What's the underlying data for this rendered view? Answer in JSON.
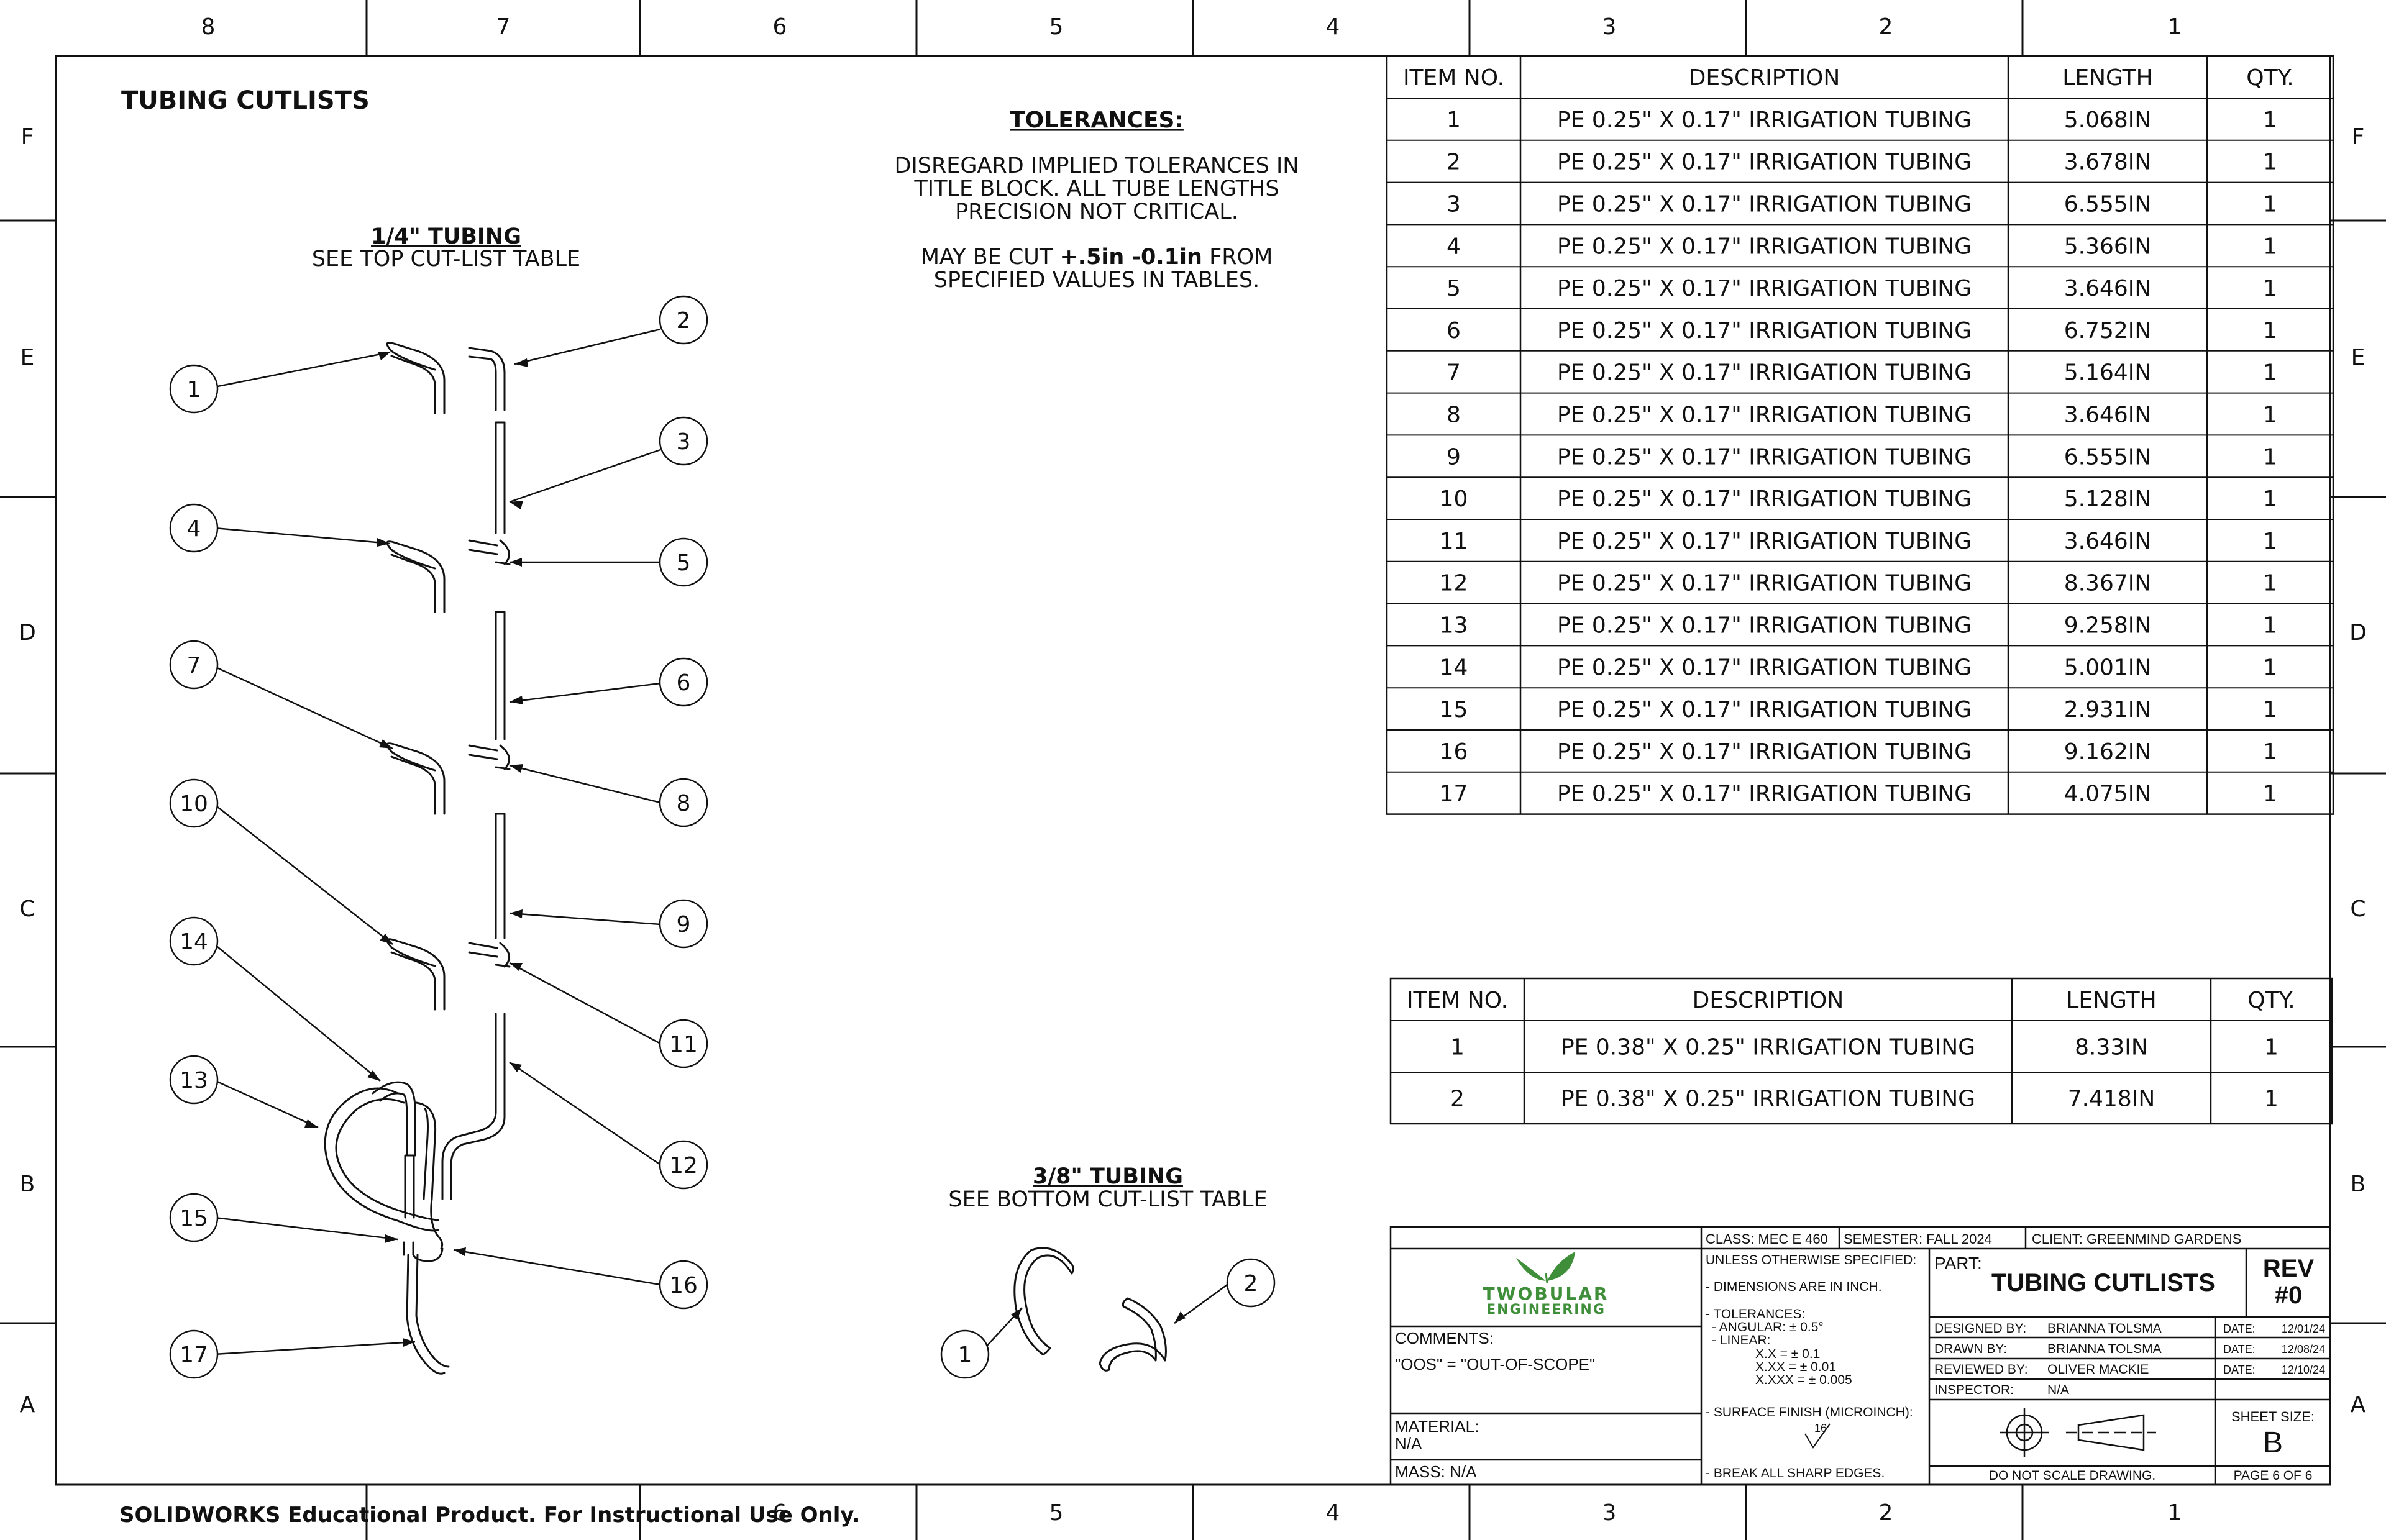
{
  "sheet": {
    "zone_numbers": [
      "8",
      "7",
      "6",
      "5",
      "4",
      "3",
      "2",
      "1"
    ],
    "zone_letters": [
      "F",
      "E",
      "D",
      "C",
      "B",
      "A"
    ],
    "title": "TUBING CUTLISTS",
    "footer_watermark": "SOLIDWORKS Educational Product. For Instructional Use Only."
  },
  "tolerances_note": {
    "heading": "TOLERANCES:",
    "lines": [
      "DISREGARD IMPLIED TOLERANCES IN",
      "TITLE BLOCK. ALL TUBE LENGTHS",
      "PRECISION NOT CRITICAL."
    ],
    "cut_prefix": "MAY BE CUT ",
    "cut_bold": "+.5in -0.1in",
    "cut_suffix": " FROM",
    "cut_line2": "SPECIFIED VALUES IN TABLES."
  },
  "quarter_tubing": {
    "heading": "1/4\" TUBING",
    "subheading": "SEE TOP CUT-LIST TABLE",
    "balloons": [
      "1",
      "2",
      "3",
      "4",
      "5",
      "6",
      "7",
      "8",
      "9",
      "10",
      "11",
      "12",
      "13",
      "14",
      "15",
      "16",
      "17"
    ]
  },
  "three_eighths_tubing": {
    "heading": "3/8\" TUBING",
    "subheading": "SEE BOTTOM CUT-LIST TABLE",
    "balloons": [
      "1",
      "2"
    ]
  },
  "top_table": {
    "headers": [
      "ITEM NO.",
      "DESCRIPTION",
      "LENGTH",
      "QTY."
    ],
    "rows": [
      [
        "1",
        "PE 0.25\" X 0.17\" IRRIGATION TUBING",
        "5.068IN",
        "1"
      ],
      [
        "2",
        "PE 0.25\" X 0.17\" IRRIGATION TUBING",
        "3.678IN",
        "1"
      ],
      [
        "3",
        "PE 0.25\" X 0.17\" IRRIGATION TUBING",
        "6.555IN",
        "1"
      ],
      [
        "4",
        "PE 0.25\" X 0.17\" IRRIGATION TUBING",
        "5.366IN",
        "1"
      ],
      [
        "5",
        "PE 0.25\" X 0.17\" IRRIGATION TUBING",
        "3.646IN",
        "1"
      ],
      [
        "6",
        "PE 0.25\" X 0.17\" IRRIGATION TUBING",
        "6.752IN",
        "1"
      ],
      [
        "7",
        "PE 0.25\" X 0.17\" IRRIGATION TUBING",
        "5.164IN",
        "1"
      ],
      [
        "8",
        "PE 0.25\" X 0.17\" IRRIGATION TUBING",
        "3.646IN",
        "1"
      ],
      [
        "9",
        "PE 0.25\" X 0.17\" IRRIGATION TUBING",
        "6.555IN",
        "1"
      ],
      [
        "10",
        "PE 0.25\" X 0.17\" IRRIGATION TUBING",
        "5.128IN",
        "1"
      ],
      [
        "11",
        "PE 0.25\" X 0.17\" IRRIGATION TUBING",
        "3.646IN",
        "1"
      ],
      [
        "12",
        "PE 0.25\" X 0.17\" IRRIGATION TUBING",
        "8.367IN",
        "1"
      ],
      [
        "13",
        "PE 0.25\" X 0.17\" IRRIGATION TUBING",
        "9.258IN",
        "1"
      ],
      [
        "14",
        "PE 0.25\" X 0.17\" IRRIGATION TUBING",
        "5.001IN",
        "1"
      ],
      [
        "15",
        "PE 0.25\" X 0.17\" IRRIGATION TUBING",
        "2.931IN",
        "1"
      ],
      [
        "16",
        "PE 0.25\" X 0.17\" IRRIGATION TUBING",
        "9.162IN",
        "1"
      ],
      [
        "17",
        "PE 0.25\" X 0.17\" IRRIGATION TUBING",
        "4.075IN",
        "1"
      ]
    ]
  },
  "bottom_table": {
    "headers": [
      "ITEM NO.",
      "DESCRIPTION",
      "LENGTH",
      "QTY."
    ],
    "rows": [
      [
        "1",
        "PE 0.38\" X 0.25\" IRRIGATION TUBING",
        "8.33IN",
        "1"
      ],
      [
        "2",
        "PE 0.38\" X 0.25\" IRRIGATION TUBING",
        "7.418IN",
        "1"
      ]
    ]
  },
  "title_block": {
    "class": "CLASS: MEC E 460",
    "semester": "SEMESTER: FALL 2024",
    "client": "CLIENT: GREENMIND GARDENS",
    "logo_line1": "TWOBULAR",
    "logo_line2": "ENGINEERING",
    "comments_label": "COMMENTS:",
    "comments_value": "\"OOS\" = \"OUT-OF-SCOPE\"",
    "material_label": "MATERIAL:",
    "material_value": "N/A",
    "mass": "MASS:  N/A",
    "spec_lines": [
      "UNLESS OTHERWISE SPECIFIED:",
      "- DIMENSIONS ARE IN INCH.",
      "- TOLERANCES:",
      "  - ANGULAR: ± 0.5°",
      "  - LINEAR:",
      "X.X        = ± 0.1",
      "X.XX      = ± 0.01",
      "X.XXX    = ± 0.005",
      "- SURFACE FINISH (MICROINCH):",
      "16",
      "- BREAK ALL SHARP EDGES."
    ],
    "part_label": "PART:",
    "part_value": "TUBING CUTLISTS",
    "rev_label": "REV",
    "rev_value": "#0",
    "people": [
      {
        "role": "DESIGNED BY:",
        "name": "BRIANNA TOLSMA",
        "date_label": "DATE:",
        "date": "12/01/24"
      },
      {
        "role": "DRAWN BY:",
        "name": "BRIANNA TOLSMA",
        "date_label": "DATE:",
        "date": "12/08/24"
      },
      {
        "role": "REVIEWED BY:",
        "name": "OLIVER MACKIE",
        "date_label": "DATE:",
        "date": "12/10/24"
      },
      {
        "role": "INSPECTOR:",
        "name": "N/A",
        "date_label": "",
        "date": ""
      }
    ],
    "sheet_size_label": "SHEET SIZE:",
    "sheet_size_value": "B",
    "no_scale": "DO NOT SCALE DRAWING.",
    "page": "PAGE 6 OF 6"
  },
  "colors": {
    "line": "#111111",
    "logo_green": "#3f8f3a"
  }
}
